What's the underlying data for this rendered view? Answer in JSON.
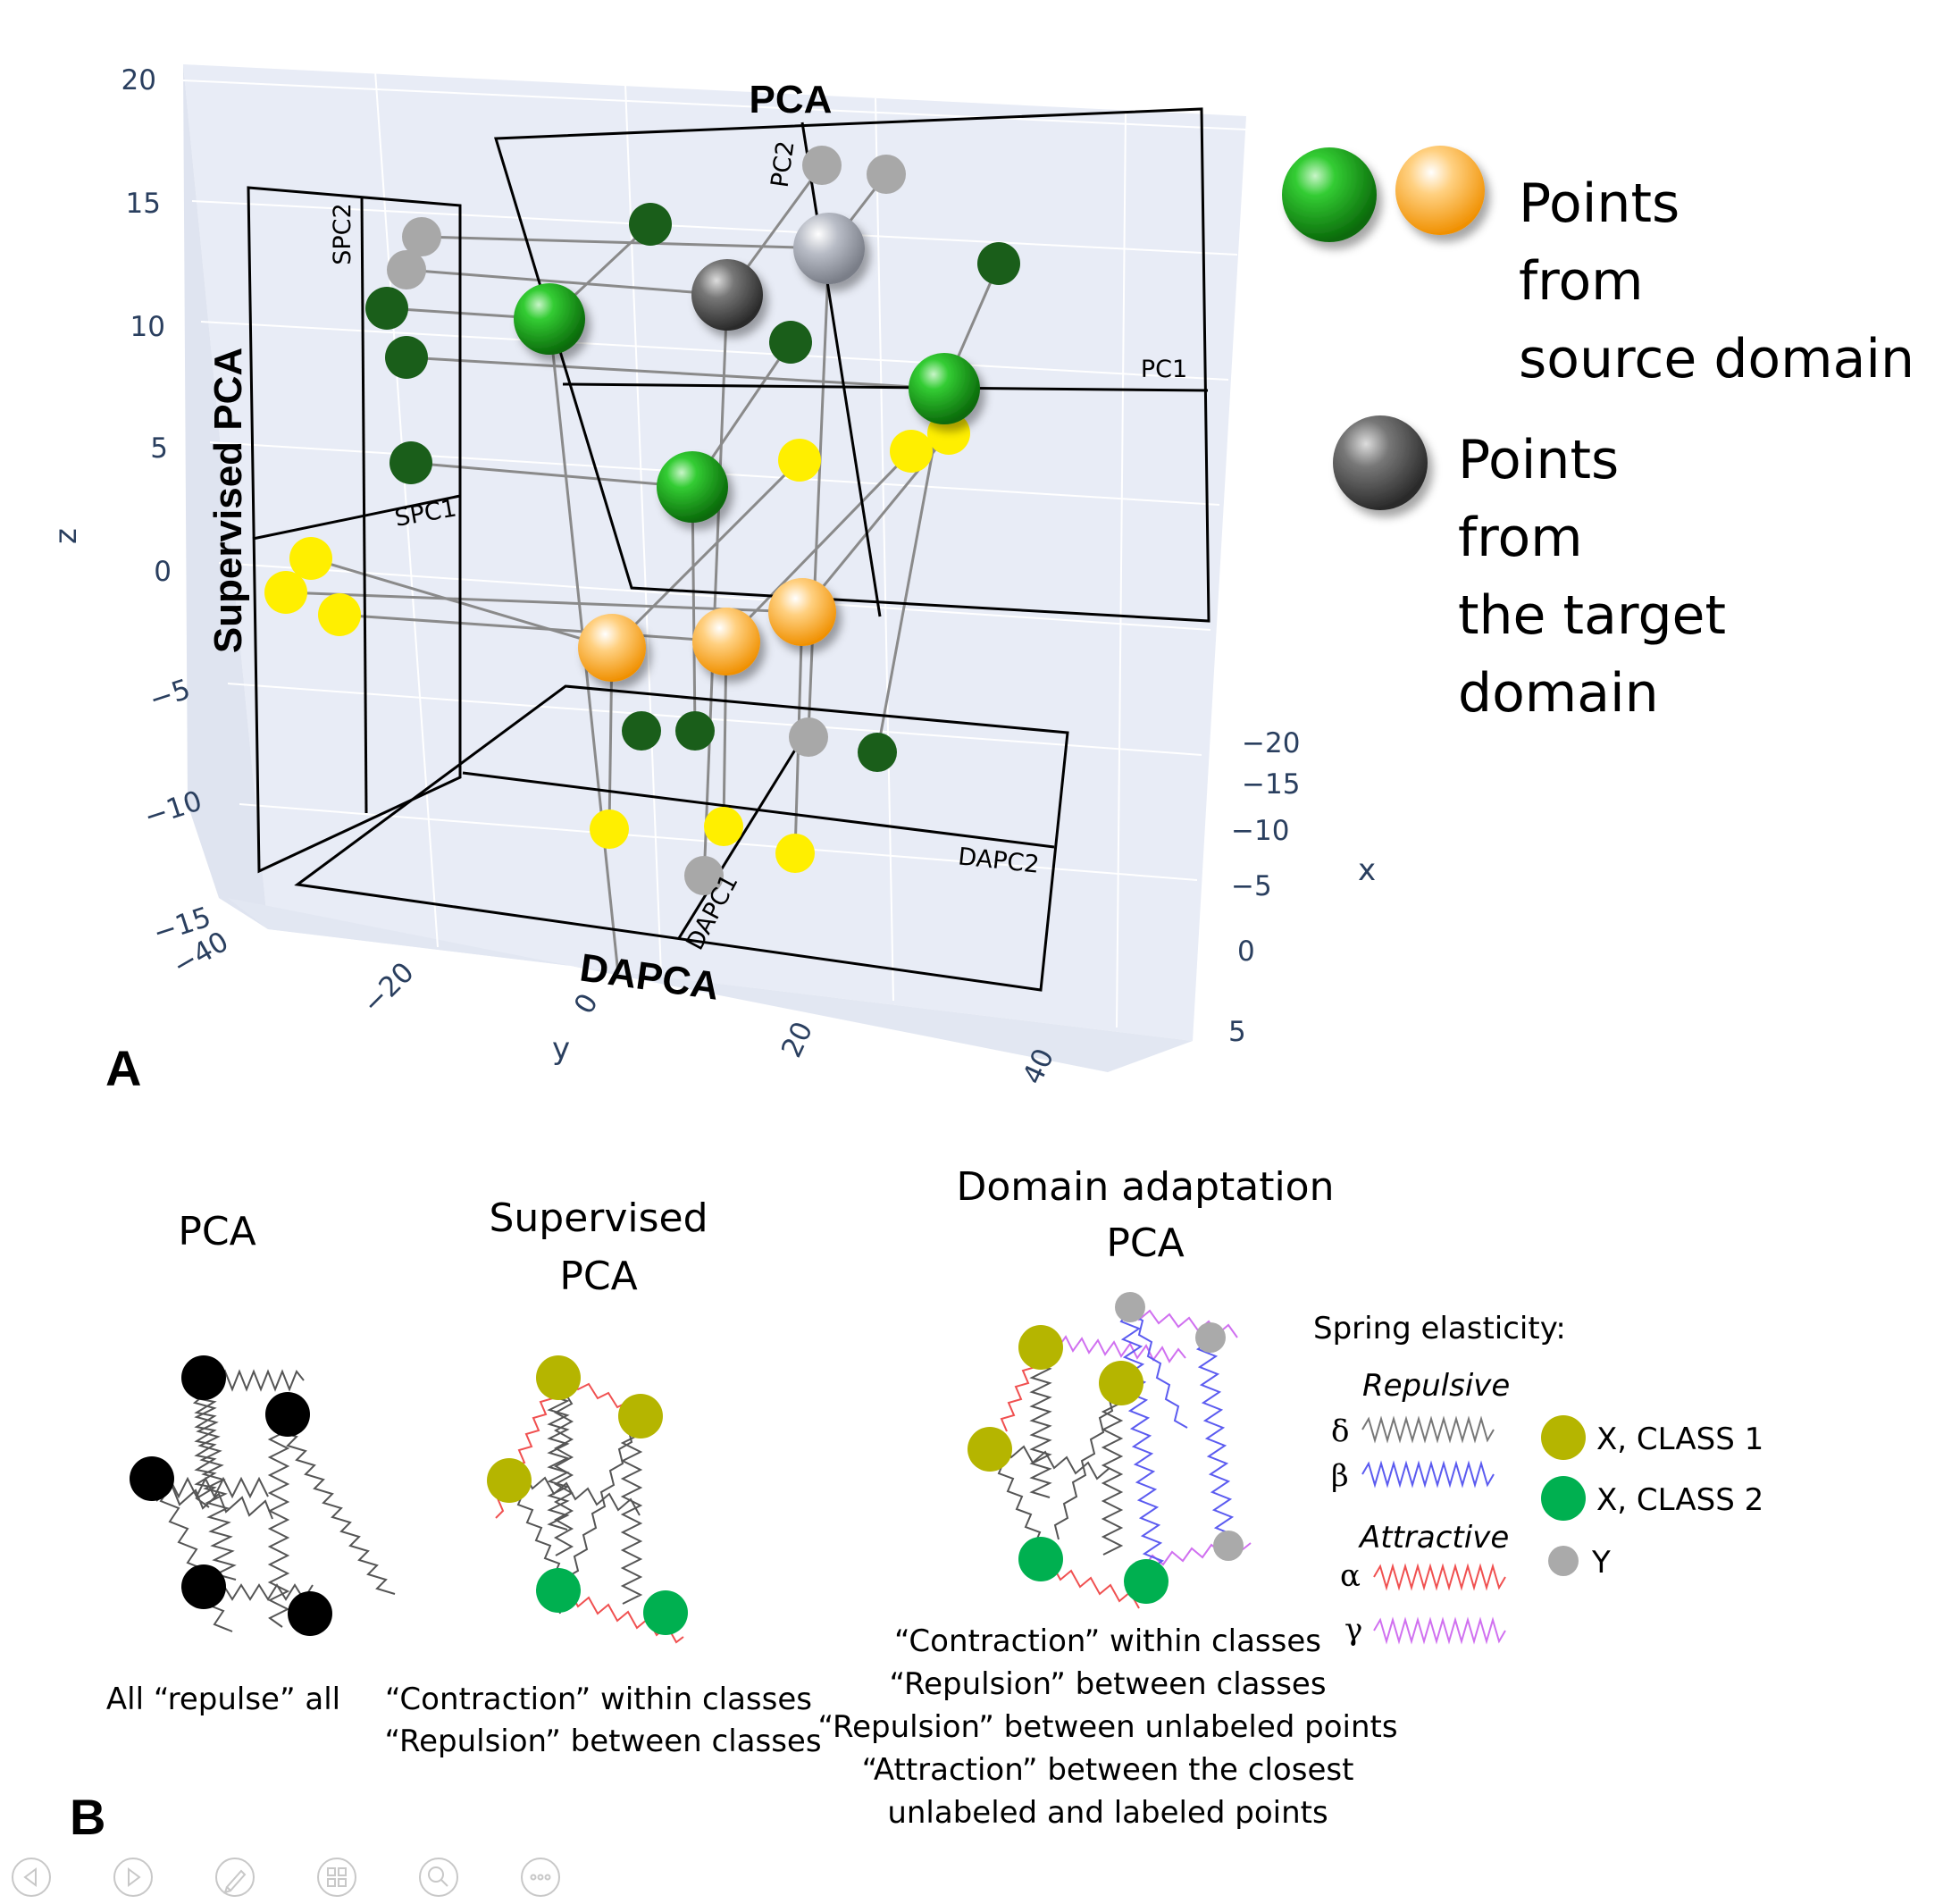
{
  "panel_a": {
    "letter": "A",
    "plane_titles": {
      "pca": "PCA",
      "supervised_pca": "Supervised PCA",
      "dapca": "DAPCA"
    },
    "plane_axes": {
      "pc1": "PC1",
      "pc2": "PC2",
      "spc1": "SPC1",
      "spc2": "SPC2",
      "dapc1": "DAPC1",
      "dapc2": "DAPC2"
    },
    "axis_titles": {
      "x": "x",
      "y": "y",
      "z": "z"
    },
    "z_ticks": [
      "20",
      "15",
      "10",
      "5",
      "0",
      "−5",
      "−10",
      "−15"
    ],
    "y_ticks": [
      "−40",
      "−20",
      "0",
      "20",
      "40"
    ],
    "x_ticks": [
      "−20",
      "−15",
      "−10",
      "−5",
      "0",
      "5"
    ],
    "legend": {
      "source_lines": [
        "Points",
        "from",
        "source domain"
      ],
      "target_lines": [
        "Points",
        "from",
        "the target",
        "domain"
      ]
    }
  },
  "panel_b": {
    "letter": "B",
    "pca": {
      "title": "PCA",
      "desc": [
        "All “repulse” all"
      ]
    },
    "supervised": {
      "title": [
        "Supervised",
        "PCA"
      ],
      "desc": [
        "“Contraction” within classes",
        "“Repulsion” between classes"
      ]
    },
    "dapca": {
      "title": [
        "Domain adaptation",
        "PCA"
      ],
      "desc": [
        "“Contraction” within classes",
        "“Repulsion” between classes",
        "“Repulsion” between unlabeled points",
        "“Attraction” between the closest",
        "unlabeled and labeled points"
      ]
    },
    "spring_legend": {
      "heading": "Spring elasticity:",
      "repulsive": "Repulsive",
      "attractive": "Attractive",
      "delta": "δ",
      "beta": "β",
      "alpha": "α",
      "gamma": "γ",
      "colors": {
        "delta": "#777777",
        "beta": "#5b5bf0",
        "alpha": "#f05050",
        "gamma": "#d070f0"
      }
    },
    "point_legend": {
      "class1": "X, CLASS 1",
      "class2": "X, CLASS 2",
      "y": "Y",
      "colors": {
        "class1": "#b5b500",
        "class2": "#00b050",
        "y": "#aaaaaa"
      }
    }
  },
  "toolbar": {
    "buttons": [
      "previous-slide",
      "next-slide",
      "pen",
      "slides-view",
      "zoom",
      "more-options"
    ]
  }
}
